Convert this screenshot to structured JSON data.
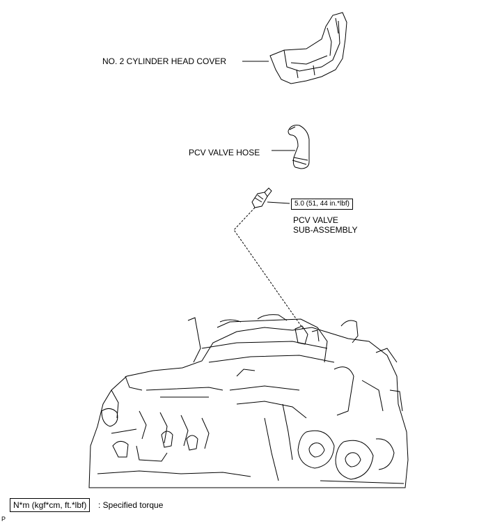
{
  "parts": {
    "cylinder_head_cover": "NO. 2 CYLINDER HEAD COVER",
    "pcv_valve_hose": "PCV VALVE HOSE",
    "pcv_valve_line1": "PCV VALVE",
    "pcv_valve_line2": "SUB-ASSEMBLY"
  },
  "torque": {
    "pcv_valve": "5.0 (51, 44 in.*lbf)"
  },
  "legend": {
    "torque_unit": "N*m (kgf*cm, ft.*lbf)",
    "torque_desc": ": Specified torque"
  },
  "corner_mark": "P"
}
